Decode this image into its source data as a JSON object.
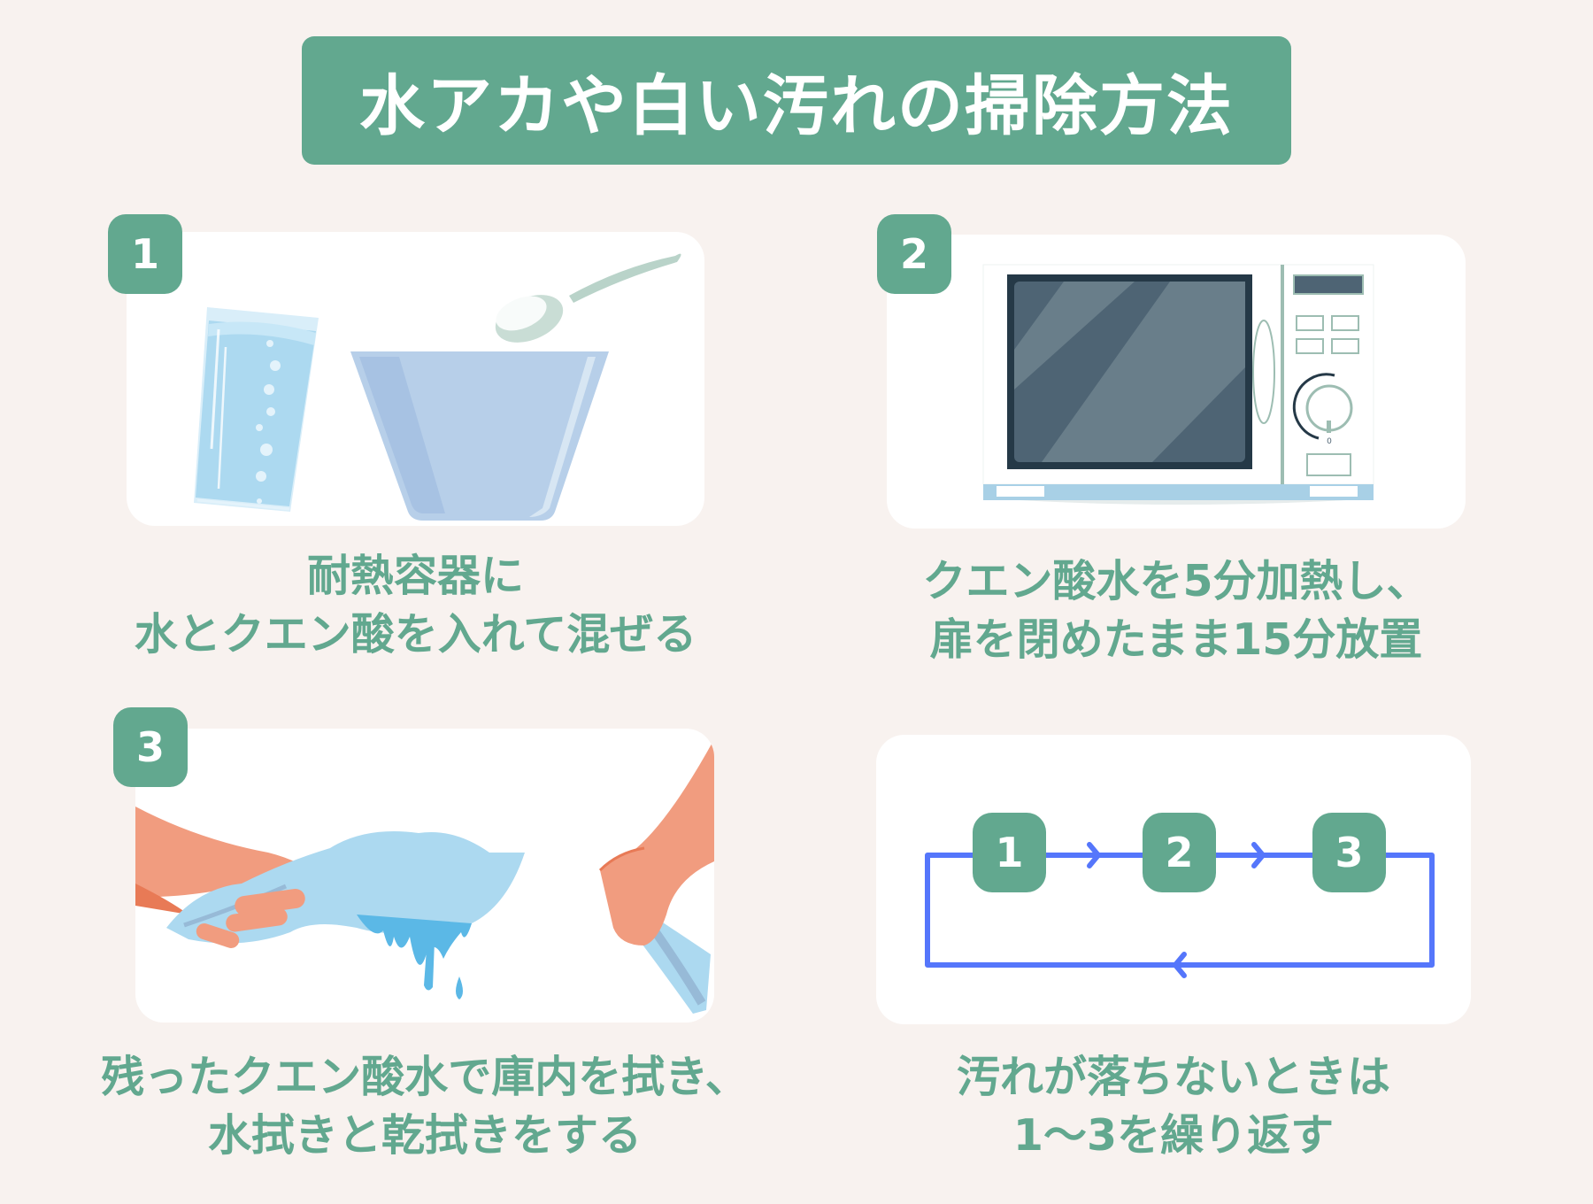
{
  "title": "水アカや白い汚れの掃除方法",
  "colors": {
    "background": "#f8f2ef",
    "accent_green": "#62a88f",
    "card": "#ffffff",
    "loop_arrow": "#5576fb",
    "skin": "#f19c7f",
    "towel": "#acd9f0",
    "water": "#5bb8e6"
  },
  "steps": [
    {
      "number": "1",
      "illustration": "glass-bowl-spoon-illustration",
      "caption_lines": [
        "耐熱容器に",
        "水とクエン酸を入れて混ぜる"
      ]
    },
    {
      "number": "2",
      "illustration": "microwave-illustration",
      "dial_label": "0",
      "caption_lines": [
        "クエン酸水を5分加熱し、",
        "扉を閉めたまま15分放置"
      ]
    },
    {
      "number": "3",
      "illustration": "wringing-towel-illustration",
      "caption_lines": [
        "残ったクエン酸水で庫内を拭き、",
        "水拭きと乾拭きをする"
      ]
    },
    {
      "illustration": "repeat-loop-diagram",
      "loop_steps": [
        "1",
        "2",
        "3"
      ],
      "caption_lines": [
        "汚れが落ちないときは",
        "1〜3を繰り返す"
      ]
    }
  ]
}
